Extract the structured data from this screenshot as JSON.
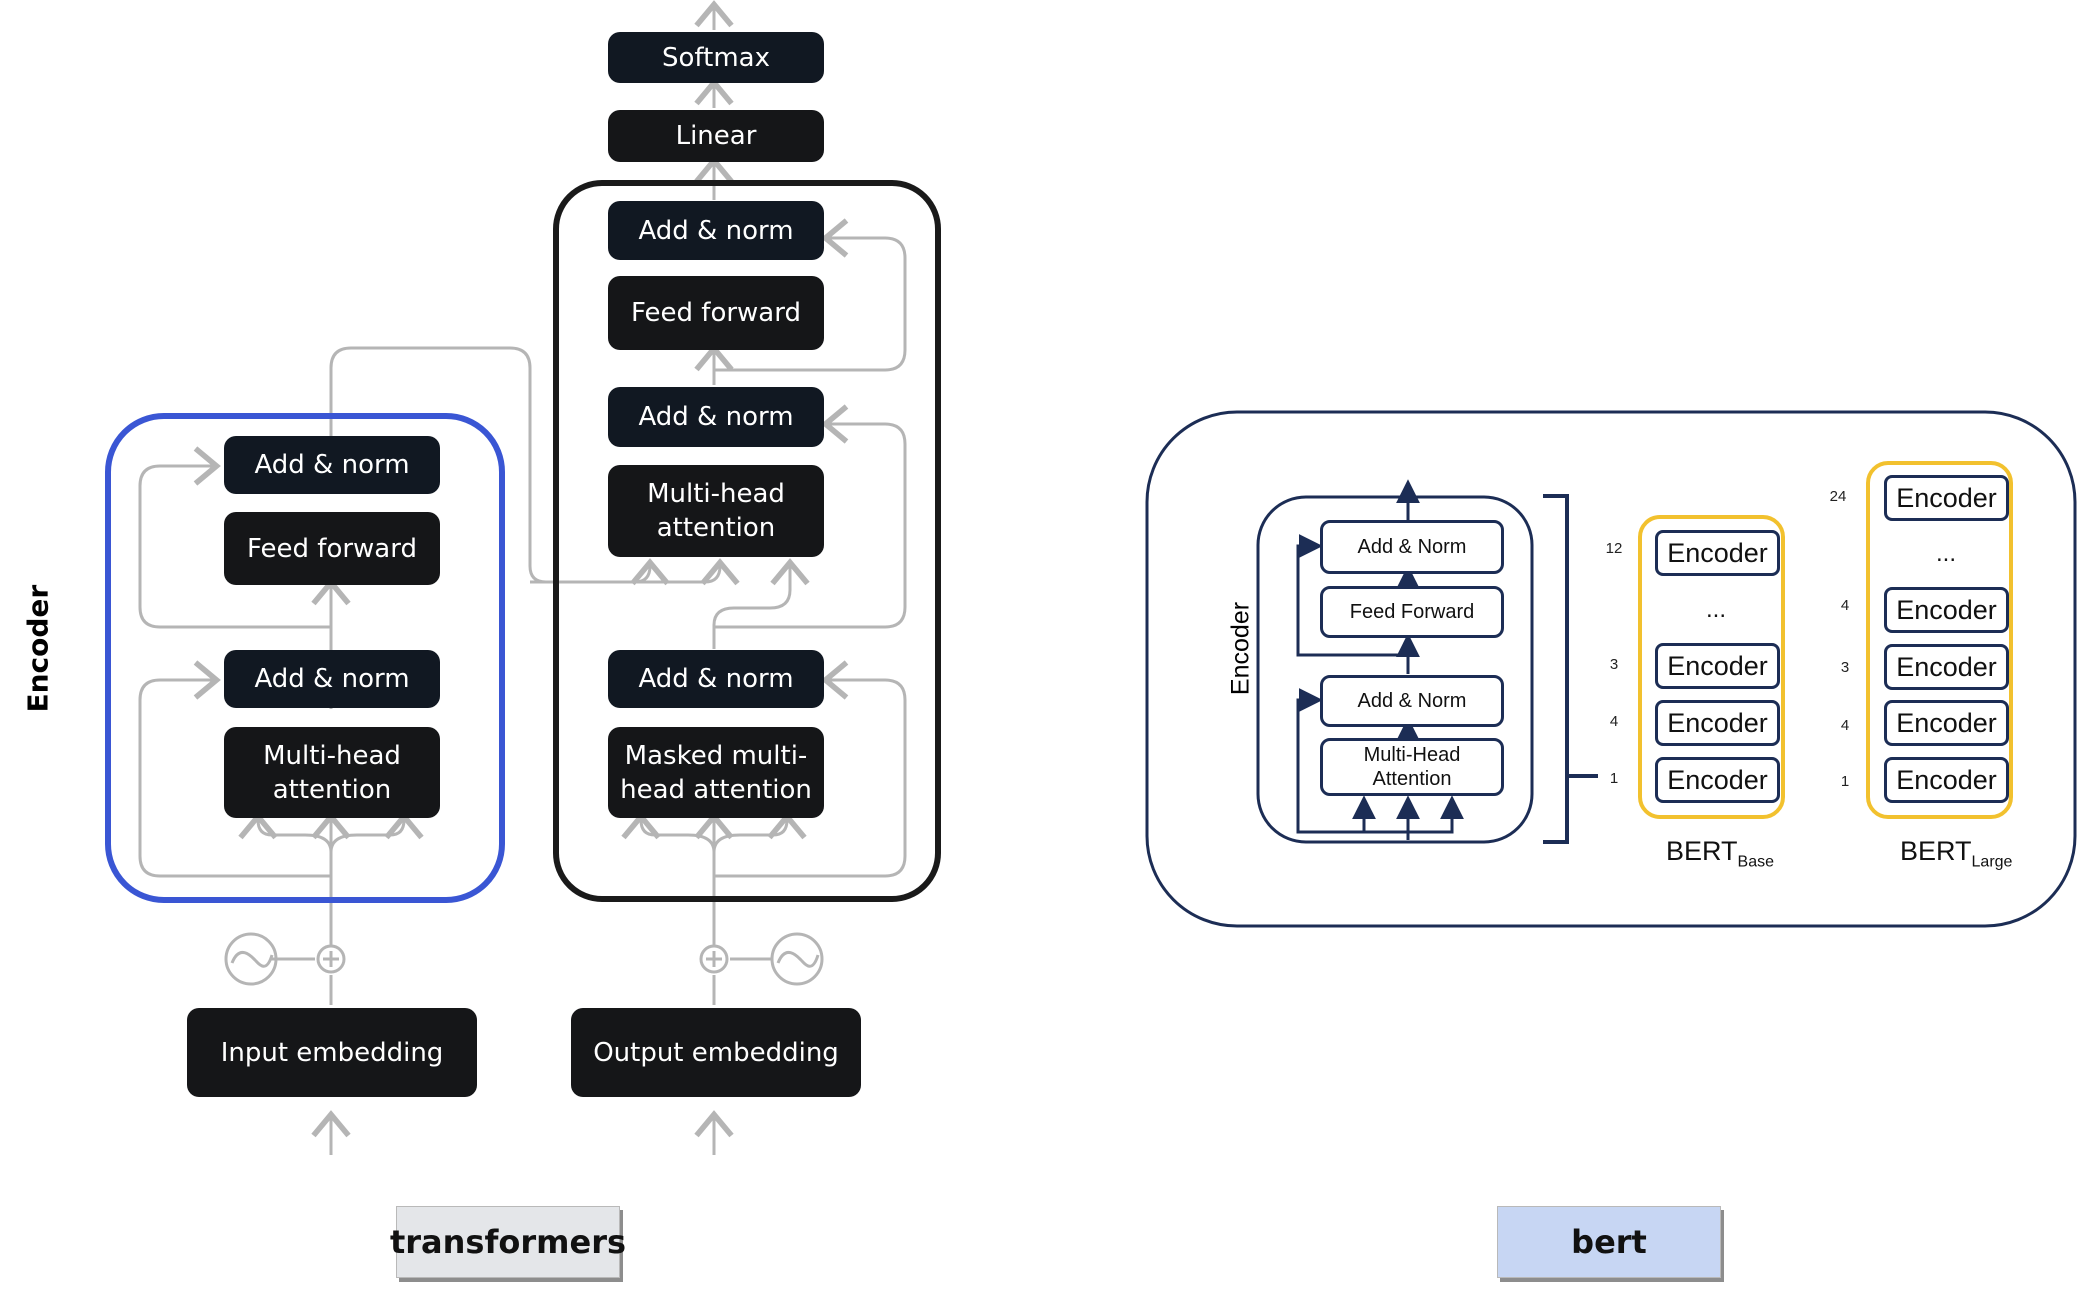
{
  "left_panel": {
    "side_label": "Encoder",
    "encoder": {
      "add_norm_top": "Add & norm",
      "feed_forward": "Feed forward",
      "add_norm_bottom": "Add & norm",
      "attention": "Multi-head\nattention"
    },
    "decoder": {
      "add_norm_top": "Add & norm",
      "feed_forward": "Feed forward",
      "add_norm_mid": "Add & norm",
      "cross_attention": "Multi-head\nattention",
      "add_norm_bottom": "Add & norm",
      "masked_attention": "Masked multi-\nhead attention"
    },
    "softmax": "Softmax",
    "linear": "Linear",
    "input_embedding": "Input embedding",
    "output_embedding": "Output embedding",
    "caption": "transformers",
    "colors": {
      "encoder_frame": "#3a56d4",
      "decoder_frame": "#1a1a1a",
      "block": "#111822",
      "arrow": "#b5b5b5"
    }
  },
  "right_panel": {
    "side_label": "Encoder",
    "encoder_layer": {
      "add_norm_top": "Add & Norm",
      "feed_forward": "Feed Forward",
      "add_norm_bottom": "Add & Norm",
      "attention": "Multi-Head\nAttention"
    },
    "bert_base": {
      "name": "BERT",
      "sub": "Base",
      "stack": [
        {
          "num": "12",
          "label": "Encoder"
        },
        {
          "num": "",
          "label": "..."
        },
        {
          "num": "3",
          "label": "Encoder"
        },
        {
          "num": "4",
          "label": "Encoder"
        },
        {
          "num": "1",
          "label": "Encoder"
        }
      ]
    },
    "bert_large": {
      "name": "BERT",
      "sub": "Large",
      "stack": [
        {
          "num": "24",
          "label": "Encoder"
        },
        {
          "num": "",
          "label": "..."
        },
        {
          "num": "4",
          "label": "Encoder"
        },
        {
          "num": "3",
          "label": "Encoder"
        },
        {
          "num": "4",
          "label": "Encoder"
        },
        {
          "num": "1",
          "label": "Encoder"
        }
      ]
    },
    "caption": "bert",
    "colors": {
      "frame": "#1c2d55",
      "stack_frame": "#f2c12e"
    }
  }
}
